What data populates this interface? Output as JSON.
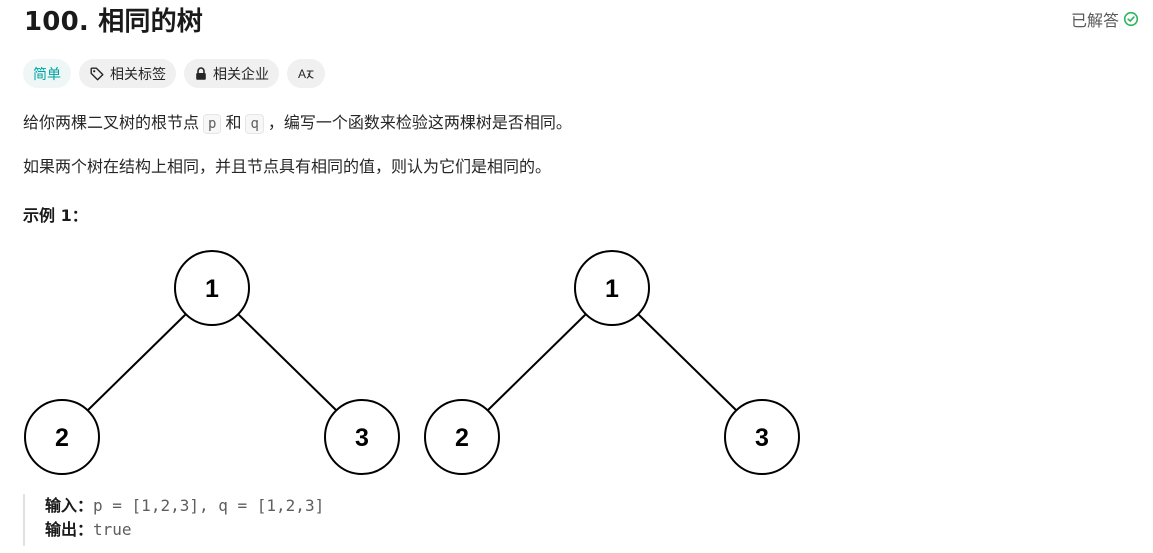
{
  "header": {
    "title": "100. 相同的树",
    "solved_label": "已解答",
    "solved_color": "#2db55d"
  },
  "tags": {
    "difficulty": "简单",
    "related_topics": "相关标签",
    "related_companies": "相关企业",
    "translate_icon": "translate-icon"
  },
  "description": {
    "p1_before": "给你两棵二叉树的根节点",
    "p1_var1": "p",
    "p1_mid": "和",
    "p1_var2": "q",
    "p1_after": "，编写一个函数来检验这两棵树是否相同。",
    "p2": "如果两个树在结构上相同，并且节点具有相同的值，则认为它们是相同的。"
  },
  "example": {
    "title": "示例 1：",
    "trees": [
      {
        "root": "1",
        "left": "2",
        "right": "3"
      },
      {
        "root": "1",
        "left": "2",
        "right": "3"
      }
    ],
    "input_label": "输入：",
    "input_value": "p = [1,2,3], q = [1,2,3]",
    "output_label": "输出：",
    "output_value": "true"
  }
}
